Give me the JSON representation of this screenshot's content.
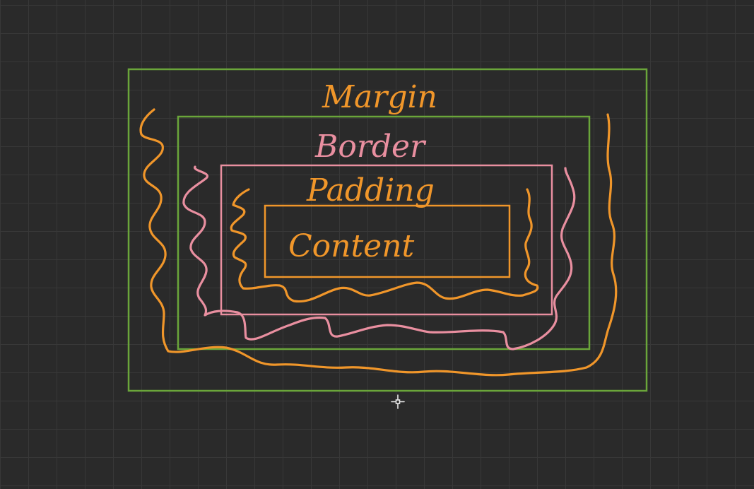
{
  "diagram": {
    "labels": {
      "margin": "Margin",
      "border": "Border",
      "padding": "Padding",
      "content": "Content"
    },
    "colors": {
      "background": "#2a2a2a",
      "grid": "#383838",
      "green": "#6aa53a",
      "pink": "#e98fa0",
      "orange": "#f0962a",
      "cursor": "#e8e8e8"
    },
    "icons": [
      "move-cursor-icon"
    ]
  }
}
